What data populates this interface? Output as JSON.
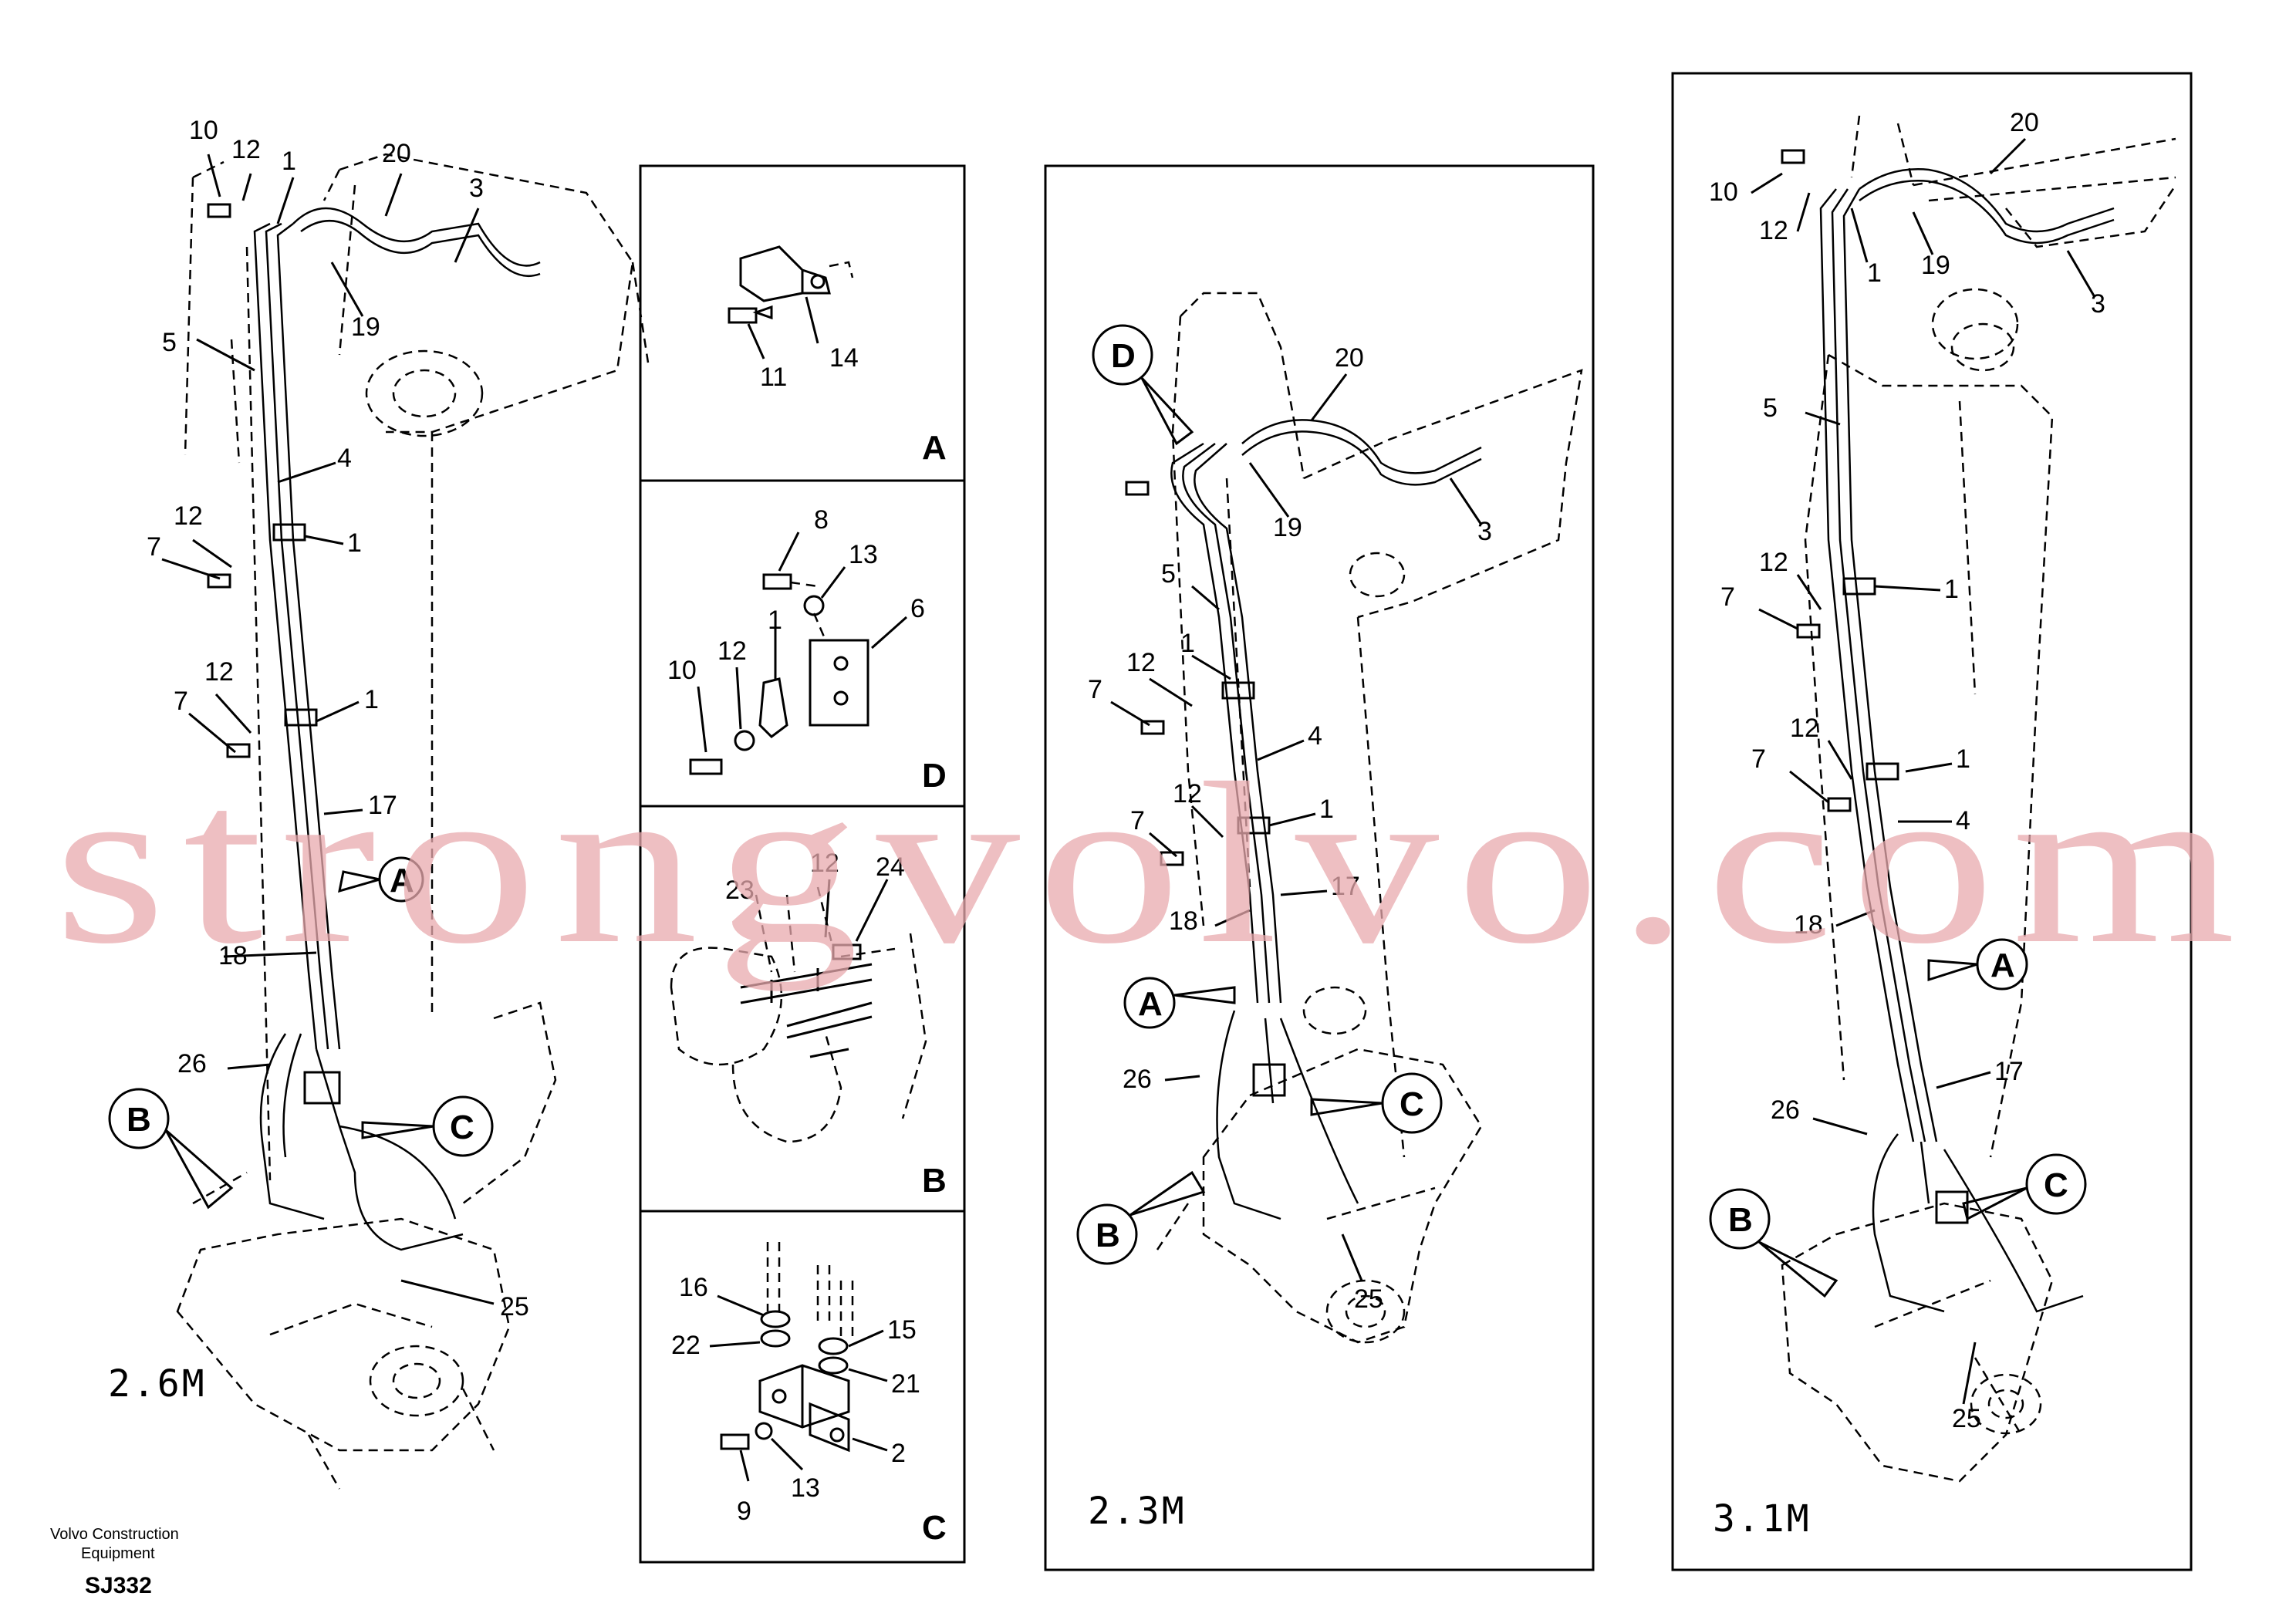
{
  "views": {
    "left": {
      "scale": "2.6M"
    },
    "mid": {
      "scale": "2.3M"
    },
    "right": {
      "scale": "3.1M"
    }
  },
  "details": {
    "A": {
      "letter": "A",
      "parts": [
        "11",
        "14"
      ]
    },
    "D": {
      "letter": "D",
      "parts": [
        "8",
        "13",
        "6",
        "1",
        "12",
        "10"
      ]
    },
    "B": {
      "letter": "B",
      "parts": [
        "12",
        "24",
        "23"
      ]
    },
    "C": {
      "letter": "C",
      "parts": [
        "16",
        "15",
        "22",
        "21",
        "2",
        "9",
        "13"
      ]
    }
  },
  "callouts": {
    "A": "A",
    "B": "B",
    "C": "C",
    "D": "D"
  },
  "left_labels": [
    "10",
    "12",
    "1",
    "20",
    "3",
    "19",
    "5",
    "4",
    "12",
    "7",
    "1",
    "12",
    "7",
    "1",
    "17",
    "18",
    "26",
    "25"
  ],
  "mid_labels": [
    "20",
    "19",
    "3",
    "5",
    "1",
    "12",
    "7",
    "4",
    "12",
    "1",
    "7",
    "17",
    "18",
    "26",
    "25"
  ],
  "right_labels": [
    "20",
    "10",
    "12",
    "1",
    "19",
    "3",
    "5",
    "12",
    "7",
    "1",
    "12",
    "1",
    "7",
    "4",
    "18",
    "17",
    "26",
    "25"
  ],
  "watermark": "strongvolvo.com",
  "footer": {
    "line1": "Volvo Construction",
    "line2": "Equipment",
    "code": "SJ332"
  }
}
